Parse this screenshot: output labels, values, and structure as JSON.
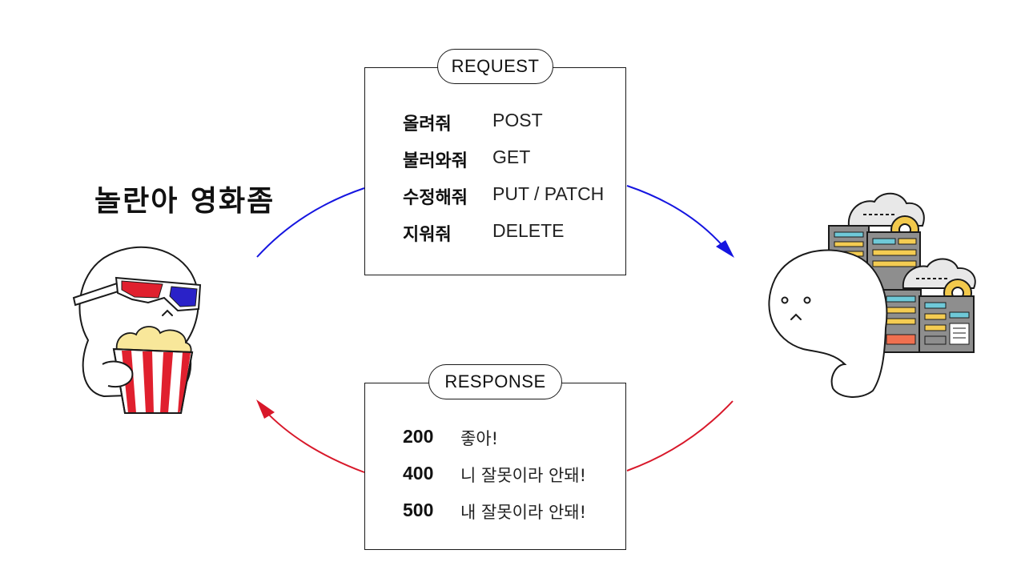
{
  "brand": {
    "title": "놀란아 영화좀"
  },
  "request": {
    "title": "REQUEST",
    "rows": [
      {
        "label": "올려줘",
        "method": "POST"
      },
      {
        "label": "불러와줘",
        "method": "GET"
      },
      {
        "label": "수정해줘",
        "method": "PUT / PATCH"
      },
      {
        "label": "지워줘",
        "method": "DELETE"
      }
    ]
  },
  "response": {
    "title": "RESPONSE",
    "rows": [
      {
        "code": "200",
        "message": "좋아!"
      },
      {
        "code": "400",
        "message": "니 잘못이라 안돼!"
      },
      {
        "code": "500",
        "message": "내 잘못이라 안돼!"
      }
    ]
  },
  "colors": {
    "request_arrow": "#1515e0",
    "response_arrow": "#d8182a",
    "glasses_red": "#e0202e",
    "glasses_blue": "#2a22c8",
    "popcorn": "#f8e79a",
    "server_gray": "#8e8e8e",
    "server_teal": "#6fc9d8",
    "server_yellow": "#f4cc52",
    "server_red": "#f07050",
    "gear": "#f2c94c"
  },
  "icons": {
    "client": "moviegoer-3d-glasses-popcorn-icon",
    "server": "server-rack-cloud-gear-icon"
  }
}
